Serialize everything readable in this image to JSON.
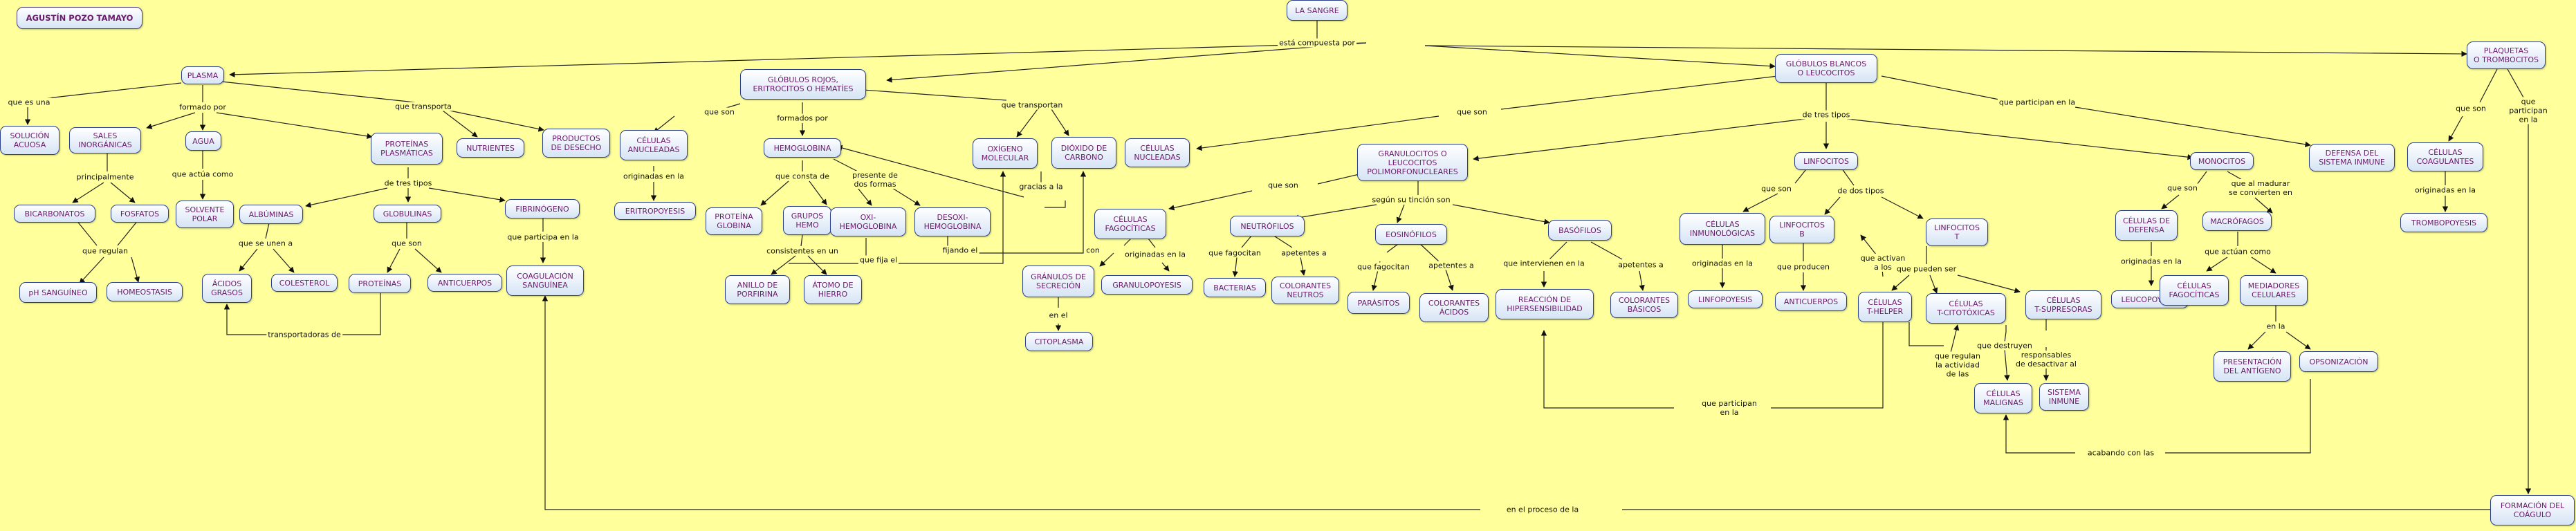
{
  "nodes": [
    {
      "id": "title",
      "text": "AGUSTÍN POZO TAMAYO"
    },
    {
      "id": "sangre",
      "text": "LA SANGRE"
    },
    {
      "id": "plasma",
      "text": "PLASMA"
    },
    {
      "id": "globrojos",
      "text": "GLÓBULOS ROJOS,\nERITROCITOS O HEMATÍES"
    },
    {
      "id": "globblancos",
      "text": "GLÓBULOS BLANCOS\nO LEUCOCITOS"
    },
    {
      "id": "plaquetas",
      "text": "PLAQUETAS\nO TROMBOCITOS"
    },
    {
      "id": "solucion",
      "text": "SOLUCIÓN\nACUOSA"
    },
    {
      "id": "sales",
      "text": "SALES\nINORGÁNICAS"
    },
    {
      "id": "agua",
      "text": "AGUA"
    },
    {
      "id": "proteinasp",
      "text": "PROTEÍNAS\nPLASMÁTICAS"
    },
    {
      "id": "nutrientes",
      "text": "NUTRIENTES"
    },
    {
      "id": "productos",
      "text": "PRODUCTOS\nDE DESECHO"
    },
    {
      "id": "bicarbonatos",
      "text": "BICARBONATOS"
    },
    {
      "id": "fosfatos",
      "text": "FOSFATOS"
    },
    {
      "id": "ph",
      "text": "pH SANGUÍNEO"
    },
    {
      "id": "homeostasis",
      "text": "HOMEOSTASIS"
    },
    {
      "id": "solvente",
      "text": "SOLVENTE\nPOLAR"
    },
    {
      "id": "albuminas",
      "text": "ALBÚMINAS"
    },
    {
      "id": "globulinas",
      "text": "GLOBULINAS"
    },
    {
      "id": "fibrinogeno",
      "text": "FIBRINÓGENO"
    },
    {
      "id": "acidos",
      "text": "ÁCIDOS\nGRASOS"
    },
    {
      "id": "colesterol",
      "text": "COLESTEROL"
    },
    {
      "id": "proteinas",
      "text": "PROTEÍNAS"
    },
    {
      "id": "anticuerpos1",
      "text": "ANTICUERPOS"
    },
    {
      "id": "coagulacion",
      "text": "COAGULACIÓN\nSANGUÍNEA"
    },
    {
      "id": "anucleadas",
      "text": "CÉLULAS\nANUCLEADAS"
    },
    {
      "id": "eritropoyesis",
      "text": "ERITROPOYESIS"
    },
    {
      "id": "hemoglobina",
      "text": "HEMOGLOBINA"
    },
    {
      "id": "proteinaglobina",
      "text": "PROTEÍNA\nGLOBINA"
    },
    {
      "id": "gruposhemo",
      "text": "GRUPOS\nHEMO"
    },
    {
      "id": "oxihemo",
      "text": "OXI-\nHEMOGLOBINA"
    },
    {
      "id": "desoxihemo",
      "text": "DESOXI-\nHEMOGLOBINA"
    },
    {
      "id": "anillo",
      "text": "ANILLO DE\nPORFIRINA"
    },
    {
      "id": "atomo",
      "text": "ÁTOMO DE\nHIERRO"
    },
    {
      "id": "oxigeno",
      "text": "OXÍGENO\nMOLECULAR"
    },
    {
      "id": "dioxido",
      "text": "DIÓXIDO DE\nCARBONO"
    },
    {
      "id": "nucleadas",
      "text": "CÉLULAS\nNUCLEADAS"
    },
    {
      "id": "granulocitos",
      "text": "GRANULOCITOS O\nLEUCOCITOS\nPOLIMORFONUCLEARES"
    },
    {
      "id": "fagocitas1",
      "text": "CÉLULAS\nFAGOCÍTICAS"
    },
    {
      "id": "neutrofilos",
      "text": "NEUTRÓFILOS"
    },
    {
      "id": "eosinofilos",
      "text": "EOSINÓFILOS"
    },
    {
      "id": "basofilos",
      "text": "BASÓFILOS"
    },
    {
      "id": "granulopoyesis",
      "text": "GRANULOPOYESIS"
    },
    {
      "id": "granulos",
      "text": "GRÁNULOS DE\nSECRECIÓN"
    },
    {
      "id": "citoplasma",
      "text": "CITOPLASMA"
    },
    {
      "id": "bacterias",
      "text": "BACTERIAS"
    },
    {
      "id": "colneutros",
      "text": "COLORANTES\nNEUTROS"
    },
    {
      "id": "parasitos",
      "text": "PARÁSITOS"
    },
    {
      "id": "colacidos",
      "text": "COLORANTES\nÁCIDOS"
    },
    {
      "id": "hipersens",
      "text": "REACCIÓN DE\nHIPERSENSIBILIDAD"
    },
    {
      "id": "colbasicos",
      "text": "COLORANTES\nBÁSICOS"
    },
    {
      "id": "inmunologicas",
      "text": "CÉLULAS\nINMUNOLÓGICAS"
    },
    {
      "id": "linfopoyesis",
      "text": "LINFOPOYESIS"
    },
    {
      "id": "linfocitos",
      "text": "LINFOCITOS"
    },
    {
      "id": "linfob",
      "text": "LINFOCITOS\nB"
    },
    {
      "id": "linfot",
      "text": "LINFOCITOS\nT"
    },
    {
      "id": "anticuerpos2",
      "text": "ANTICUERPOS"
    },
    {
      "id": "thelper",
      "text": "CÉLULAS\nT-HELPER"
    },
    {
      "id": "tcitotox",
      "text": "CÉLULAS\nT-CITOTÓXICAS"
    },
    {
      "id": "tsupres",
      "text": "CÉLULAS\nT-SUPRESORAS"
    },
    {
      "id": "malignas",
      "text": "CÉLULAS\nMALIGNAS"
    },
    {
      "id": "sistinmune",
      "text": "SISTEMA\nINMUNE"
    },
    {
      "id": "monocitos",
      "text": "MONOCITOS"
    },
    {
      "id": "defsistema",
      "text": "DEFENSA DEL\nSISTEMA INMUNE"
    },
    {
      "id": "celdefensa",
      "text": "CÉLULAS DE\nDEFENSA"
    },
    {
      "id": "macrofagos",
      "text": "MACRÓFAGOS"
    },
    {
      "id": "leucopoyesis",
      "text": "LEUCOPOYESIS"
    },
    {
      "id": "fagocitas2",
      "text": "CÉLULAS\nFAGOCÍTICAS"
    },
    {
      "id": "mediadores",
      "text": "MEDIADORES\nCELULARES"
    },
    {
      "id": "presentacion",
      "text": "PRESENTACIÓN\nDEL ANTÍGENO"
    },
    {
      "id": "opsonizacion",
      "text": "OPSONIZACIÓN"
    },
    {
      "id": "coagulantes",
      "text": "CÉLULAS\nCOAGULANTES"
    },
    {
      "id": "trombopoyesis",
      "text": "TROMBOPOYESIS"
    },
    {
      "id": "formacion",
      "text": "FORMACIÓN DEL\nCOÁGULO"
    }
  ],
  "labels": [
    {
      "id": "l_compuesta",
      "text": "está compuesta por"
    },
    {
      "id": "l_queesuna",
      "text": "que es una"
    },
    {
      "id": "l_formadopor",
      "text": "formado por"
    },
    {
      "id": "l_quetransporta",
      "text": "que transporta"
    },
    {
      "id": "l_principalmente",
      "text": "principalmente"
    },
    {
      "id": "l_quereguln",
      "text": "que regulan"
    },
    {
      "id": "l_queactua",
      "text": "que actúa como"
    },
    {
      "id": "l_detrestipos1",
      "text": "de tres tipos"
    },
    {
      "id": "l_queseunea",
      "text": "que se unen a"
    },
    {
      "id": "l_queson1",
      "text": "que son"
    },
    {
      "id": "l_queparticipa",
      "text": "que participa en la"
    },
    {
      "id": "l_transportadoras",
      "text": "transportadoras de"
    },
    {
      "id": "l_queson2",
      "text": "que son"
    },
    {
      "id": "l_formadospor",
      "text": "formados por"
    },
    {
      "id": "l_quetransportan",
      "text": "que transportan"
    },
    {
      "id": "l_originadas1",
      "text": "originadas en la"
    },
    {
      "id": "l_queconsta",
      "text": "que consta de"
    },
    {
      "id": "l_presente",
      "text": "presente de\ndos formas"
    },
    {
      "id": "l_consistentes",
      "text": "consistentes en un"
    },
    {
      "id": "l_quefija",
      "text": "que fija el"
    },
    {
      "id": "l_fijando",
      "text": "fijando el"
    },
    {
      "id": "l_gracias",
      "text": "gracias a la"
    },
    {
      "id": "l_queson3",
      "text": "que son"
    },
    {
      "id": "l_detrestipos2",
      "text": "de tres tipos"
    },
    {
      "id": "l_queson4",
      "text": "que son"
    },
    {
      "id": "l_queparticipan",
      "text": "que participan en la"
    },
    {
      "id": "l_segun",
      "text": "según su tinción son"
    },
    {
      "id": "l_originadas2",
      "text": "originadas en la"
    },
    {
      "id": "l_con",
      "text": "con"
    },
    {
      "id": "l_enel",
      "text": "en el"
    },
    {
      "id": "l_quefagocitan",
      "text": "que fagocitan"
    },
    {
      "id": "l_apetentes1",
      "text": "apetentes a"
    },
    {
      "id": "l_quefagocitan2",
      "text": "que fagocitan"
    },
    {
      "id": "l_apetentes2",
      "text": "apetentes a"
    },
    {
      "id": "l_queintervienen",
      "text": "que intervienen en la"
    },
    {
      "id": "l_apetentes3",
      "text": "apetentes a"
    },
    {
      "id": "l_queson5",
      "text": "que son"
    },
    {
      "id": "l_originadas3",
      "text": "originadas en la"
    },
    {
      "id": "l_delostipos",
      "text": "de dos tipos"
    },
    {
      "id": "l_queproducen",
      "text": "que producen"
    },
    {
      "id": "l_queactivan",
      "text": "que activan\na los"
    },
    {
      "id": "l_quepuedenser",
      "text": "que pueden ser"
    },
    {
      "id": "l_queregulan",
      "text": "que regulan\nla actividad\nde las"
    },
    {
      "id": "l_quedestruyen",
      "text": "que destruyen"
    },
    {
      "id": "l_responsables",
      "text": "responsables\nde desactivar al"
    },
    {
      "id": "l_queparticipan2",
      "text": "que participan\nen la"
    },
    {
      "id": "l_queson6",
      "text": "que son"
    },
    {
      "id": "l_quealmadurar",
      "text": "que al madurar\nse convierten en"
    },
    {
      "id": "l_originadas4",
      "text": "originadas en la"
    },
    {
      "id": "l_queactuancomo",
      "text": "que actúan como"
    },
    {
      "id": "l_enla",
      "text": "en la"
    },
    {
      "id": "l_acabando",
      "text": "acabando con las"
    },
    {
      "id": "l_queson7",
      "text": "que son"
    },
    {
      "id": "l_queparticipan3",
      "text": "que participan\nen la"
    },
    {
      "id": "l_originadas5",
      "text": "originadas en la"
    },
    {
      "id": "l_enelproceso",
      "text": "en el proceso de la"
    }
  ]
}
